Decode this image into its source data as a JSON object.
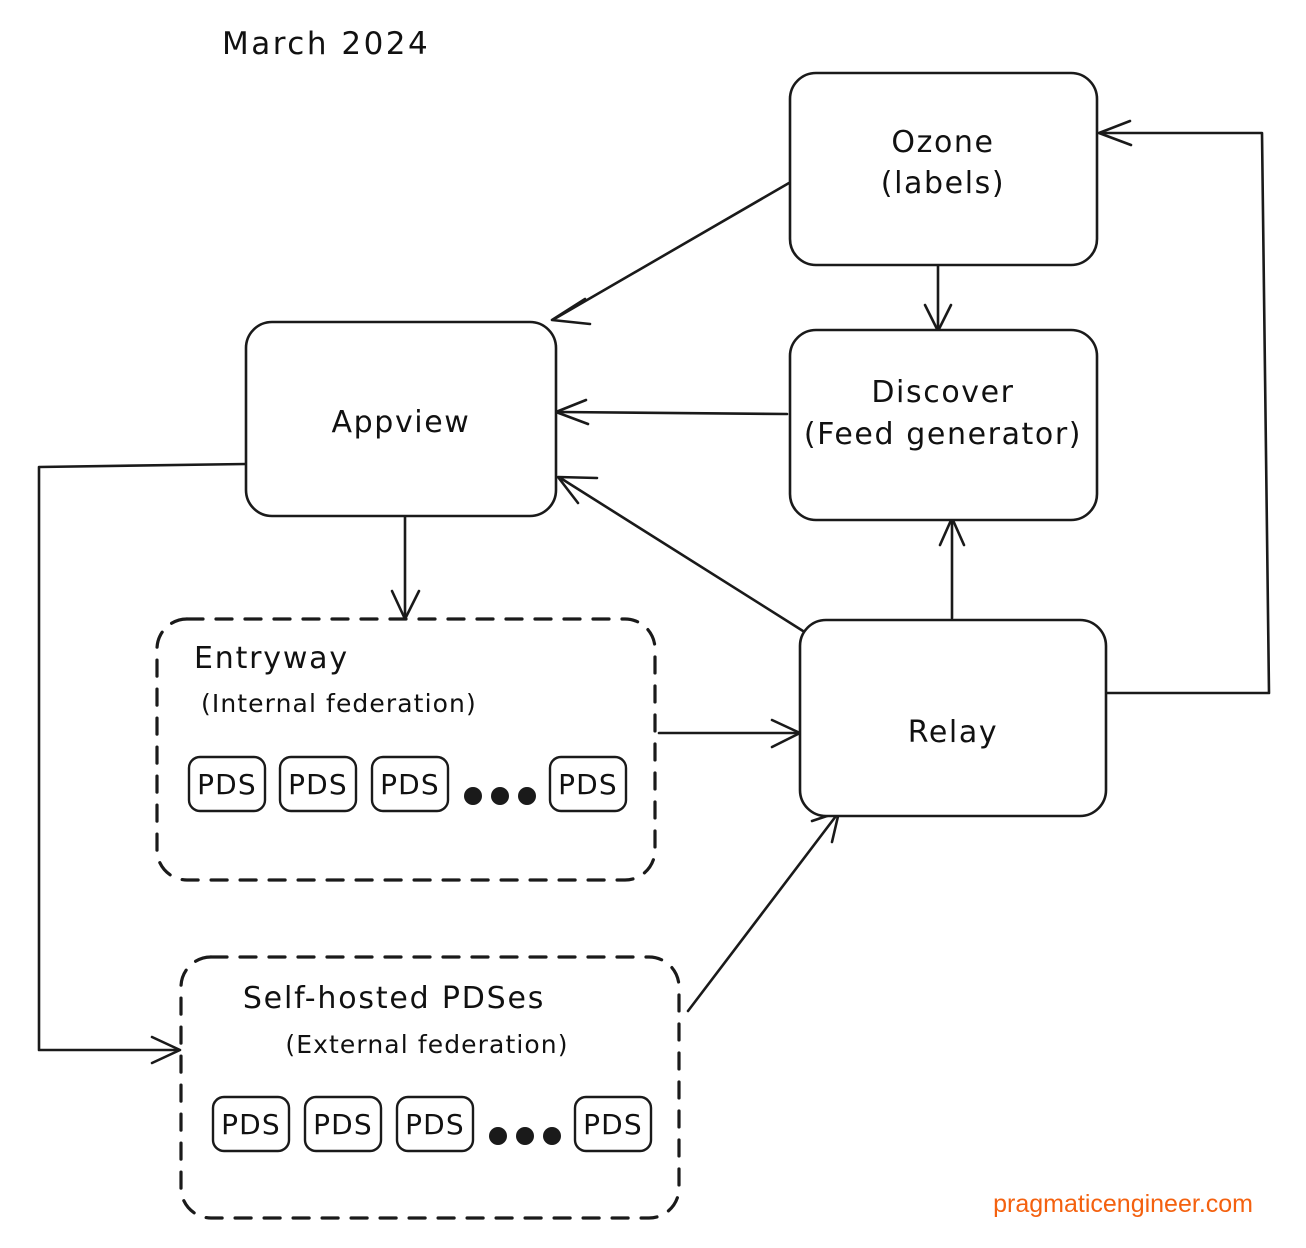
{
  "diagram": {
    "title": "March 2024",
    "watermark": "pragmaticengineer.com",
    "accent_color": "#f4610f",
    "line_color": "#1a1a1a",
    "background_color": "#ffffff",
    "nodes": [
      {
        "id": "ozone",
        "line1": "Ozone",
        "line2": "(labels)",
        "shape": "rounded-rect"
      },
      {
        "id": "discover",
        "line1": "Discover",
        "line2": "(Feed generator)",
        "shape": "rounded-rect"
      },
      {
        "id": "appview",
        "line1": "Appview",
        "line2": "",
        "shape": "rounded-rect"
      },
      {
        "id": "relay",
        "line1": "Relay",
        "line2": "",
        "shape": "rounded-rect"
      }
    ],
    "groups": [
      {
        "id": "entryway",
        "title": "Entryway",
        "subtitle": "(Internal federation)",
        "shape": "dashed-rounded-rect",
        "members": [
          "PDS",
          "PDS",
          "PDS",
          "PDS"
        ],
        "ellipsis": "•••"
      },
      {
        "id": "self-hosted",
        "title": "Self-hosted PDSes",
        "subtitle": "(External federation)",
        "shape": "dashed-rounded-rect",
        "members": [
          "PDS",
          "PDS",
          "PDS",
          "PDS"
        ],
        "ellipsis": "•••"
      }
    ],
    "edges": [
      {
        "id": "ozone-to-appview",
        "from": "ozone",
        "to": "appview",
        "style": "diagonal"
      },
      {
        "id": "ozone-to-discover",
        "from": "ozone",
        "to": "discover",
        "style": "vertical"
      },
      {
        "id": "discover-to-appview",
        "from": "discover",
        "to": "appview",
        "style": "horizontal"
      },
      {
        "id": "relay-to-appview",
        "from": "relay",
        "to": "appview",
        "style": "diagonal"
      },
      {
        "id": "relay-to-discover",
        "from": "relay",
        "to": "discover",
        "style": "vertical"
      },
      {
        "id": "relay-to-ozone",
        "from": "relay",
        "to": "ozone",
        "style": "orthogonal-right"
      },
      {
        "id": "appview-to-entryway",
        "from": "appview",
        "to": "entryway",
        "style": "vertical"
      },
      {
        "id": "entryway-to-relay",
        "from": "entryway",
        "to": "relay",
        "style": "horizontal"
      },
      {
        "id": "appview-to-selfhosted",
        "from": "appview",
        "to": "self-hosted",
        "style": "orthogonal-left"
      },
      {
        "id": "selfhosted-to-relay",
        "from": "self-hosted",
        "to": "relay",
        "style": "diagonal"
      }
    ]
  }
}
